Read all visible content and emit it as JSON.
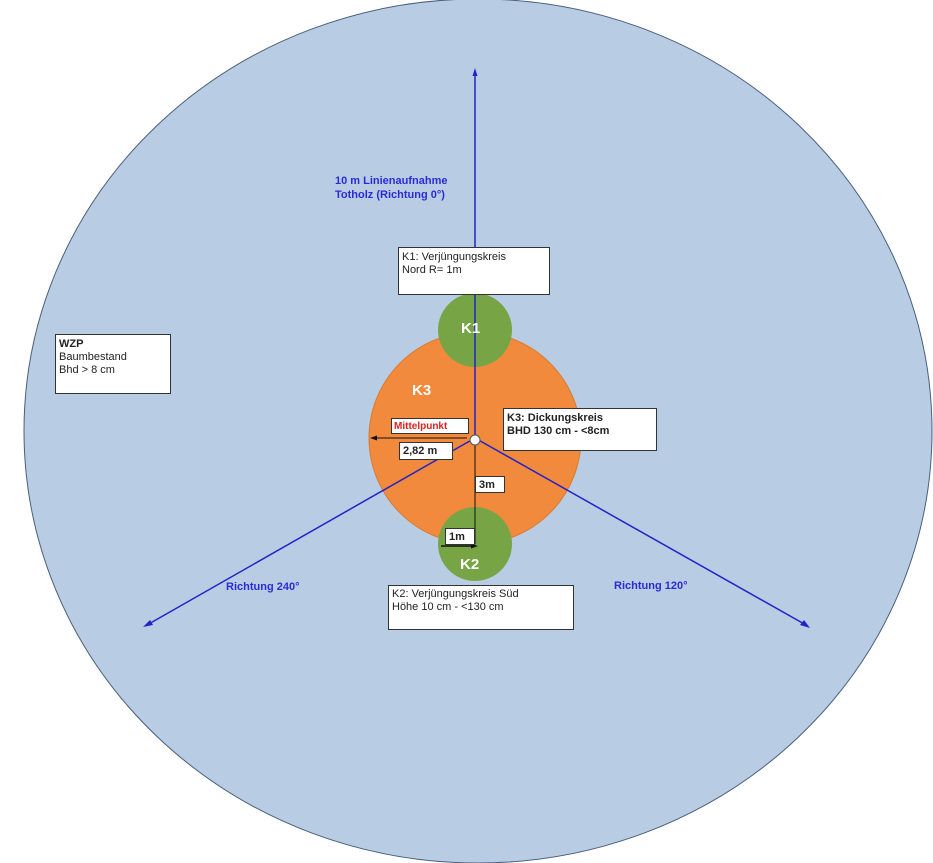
{
  "colors": {
    "outer_circle": "#b8cce4",
    "outer_circle_stroke": "#4a5f7a",
    "k1_fill": "#77a545",
    "k2_fill": "#77a545",
    "k3_fill": "#f18a3c",
    "line_blue": "#2323c8",
    "arrow_black": "#111111",
    "label_red": "#e02020"
  },
  "labels": {
    "line_north_1": "10 m Linienaufnahme",
    "line_north_2": "Totholz (Richtung 0°)",
    "dir_240": "Richtung 240°",
    "dir_120": "Richtung 120°",
    "k1": "K1",
    "k2": "K2",
    "k3": "K3"
  },
  "boxes": {
    "k1_box": {
      "line1": "K1: Verjüngungskreis",
      "line2": "Nord R= 1m"
    },
    "wzp_box": {
      "title": "WZP",
      "line1": "Baumbestand",
      "line2": "Bhd > 8 cm"
    },
    "k3_box": {
      "line1": "K3: Dickungskreis",
      "line2": "BHD 130 cm - <8cm"
    },
    "k2_box": {
      "line1": "K2: Verjüngungskreis Süd",
      "line2": "Höhe 10 cm - <130 cm"
    },
    "mittelpunkt": "Mittelpunkt",
    "r_282": "2,82 m",
    "r_3m": "3m",
    "r_1m": "1m"
  }
}
